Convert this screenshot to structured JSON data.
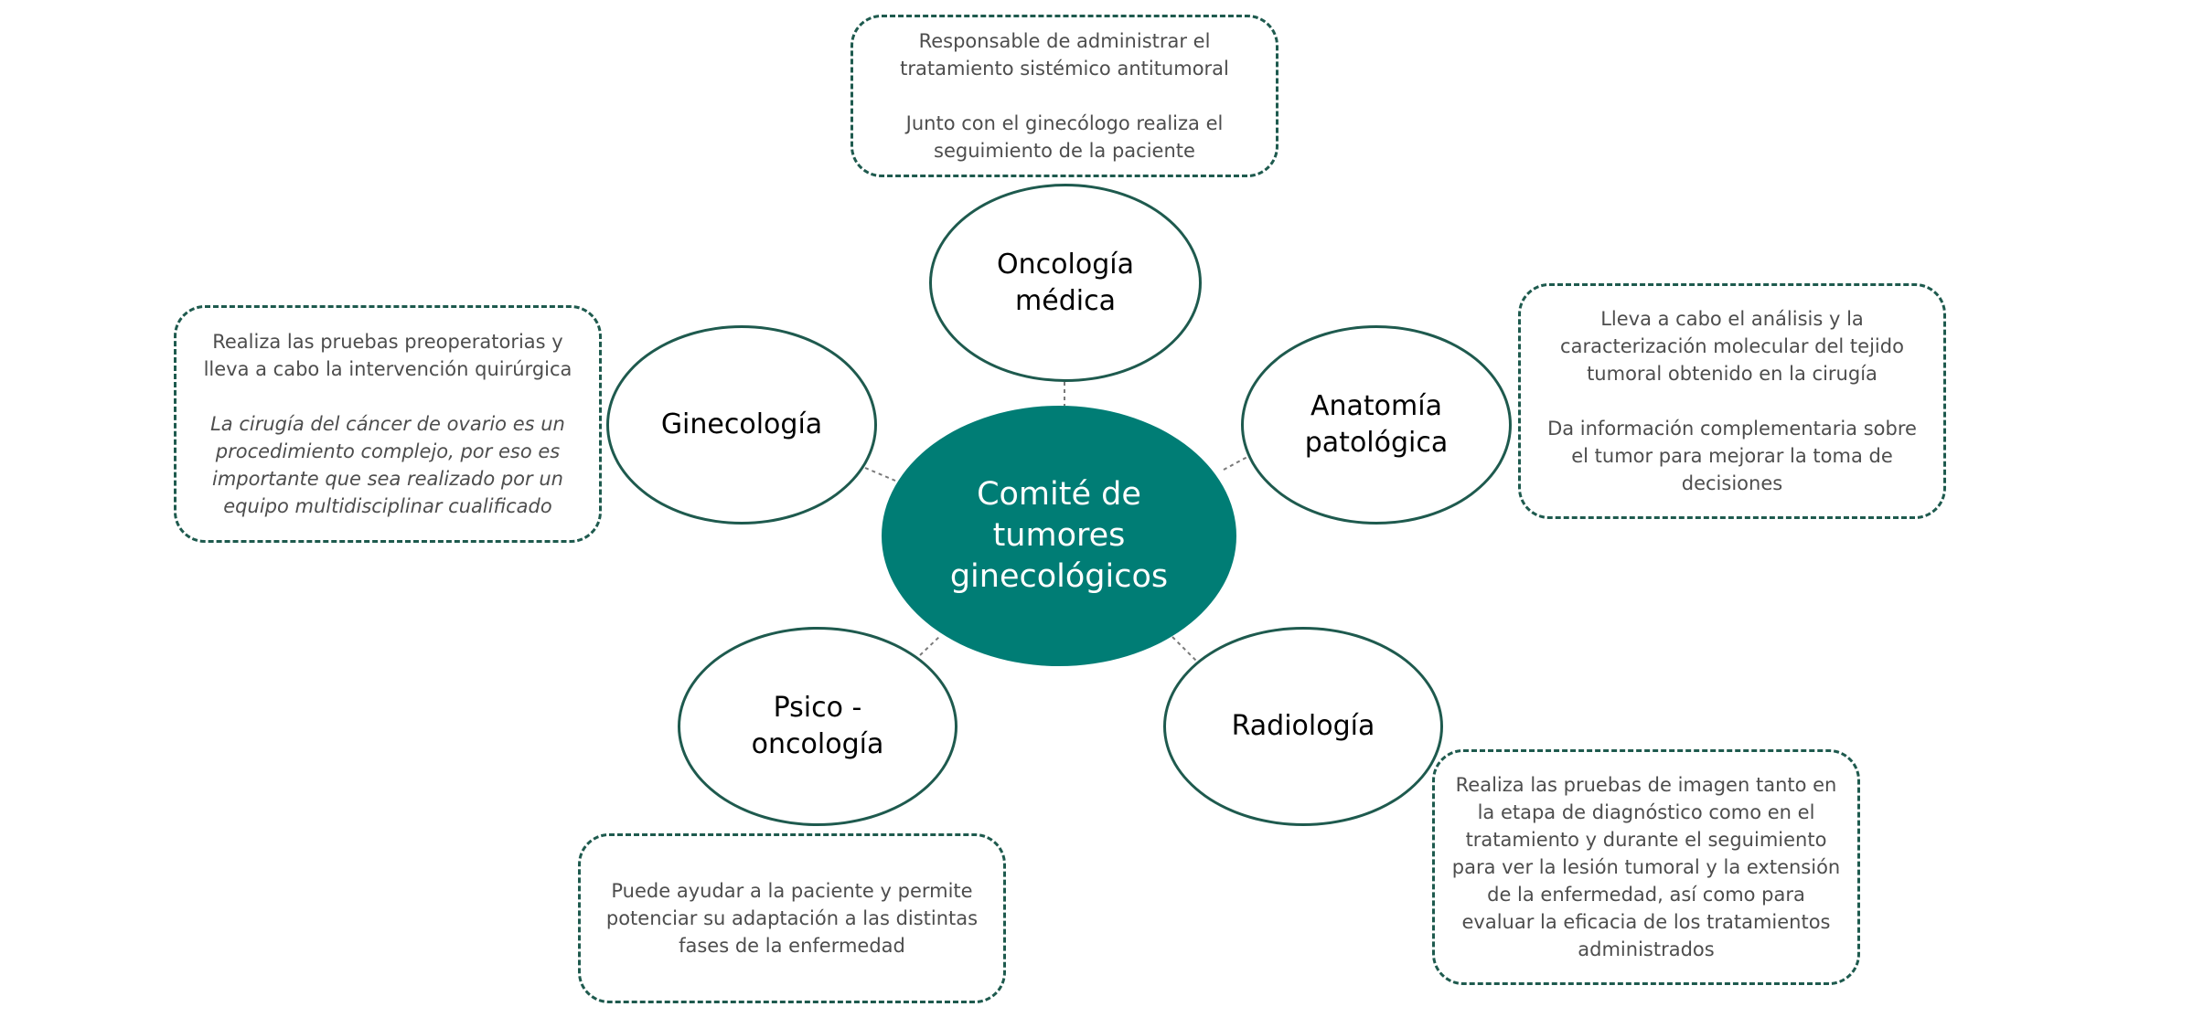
{
  "colors": {
    "center_fill": "#007d75",
    "node_border": "#1e5a4e",
    "note_border": "#1e5a4e",
    "connector": "#7a7a7a",
    "note_text": "#4d4d4d"
  },
  "center": {
    "label": "Comité de\ntumores\nginecológicos"
  },
  "nodes": {
    "oncologia": {
      "label": "Oncología\nmédica"
    },
    "ginecologia": {
      "label": "Ginecología"
    },
    "anatomia": {
      "label": "Anatomía\npatológica"
    },
    "psico": {
      "label": "Psico -\noncología"
    },
    "radiologia": {
      "label": "Radiología"
    }
  },
  "notes": {
    "oncologia": {
      "p1": "Responsable de administrar el\ntratamiento sistémico antitumoral",
      "p2": "Junto con el ginecólogo realiza el\nseguimiento de la paciente"
    },
    "ginecologia": {
      "p1": "Realiza las pruebas preoperatorias y\nlleva a cabo la intervención quirúrgica",
      "p2": "La cirugía del cáncer de ovario es un\nprocedimiento complejo, por eso es\nimportante que sea realizado por un\nequipo multidisciplinar cualificado"
    },
    "anatomia": {
      "p1": "Lleva a cabo el análisis y la\ncaracterización molecular del tejido\ntumoral obtenido en la cirugía",
      "p2": "Da información complementaria sobre\nel tumor para mejorar la toma de\ndecisiones"
    },
    "psico": {
      "p1": "Puede ayudar a la paciente y permite\npotenciar su adaptación a las distintas\nfases de la enfermedad"
    },
    "radiologia": {
      "p1": "Realiza las pruebas de imagen tanto en\nla etapa de diagnóstico como en el\ntratamiento y durante el seguimiento\npara ver la lesión tumoral y la extensión\nde la enfermedad, así como para\nevaluar la eficacia de los tratamientos\nadministrados"
    }
  }
}
